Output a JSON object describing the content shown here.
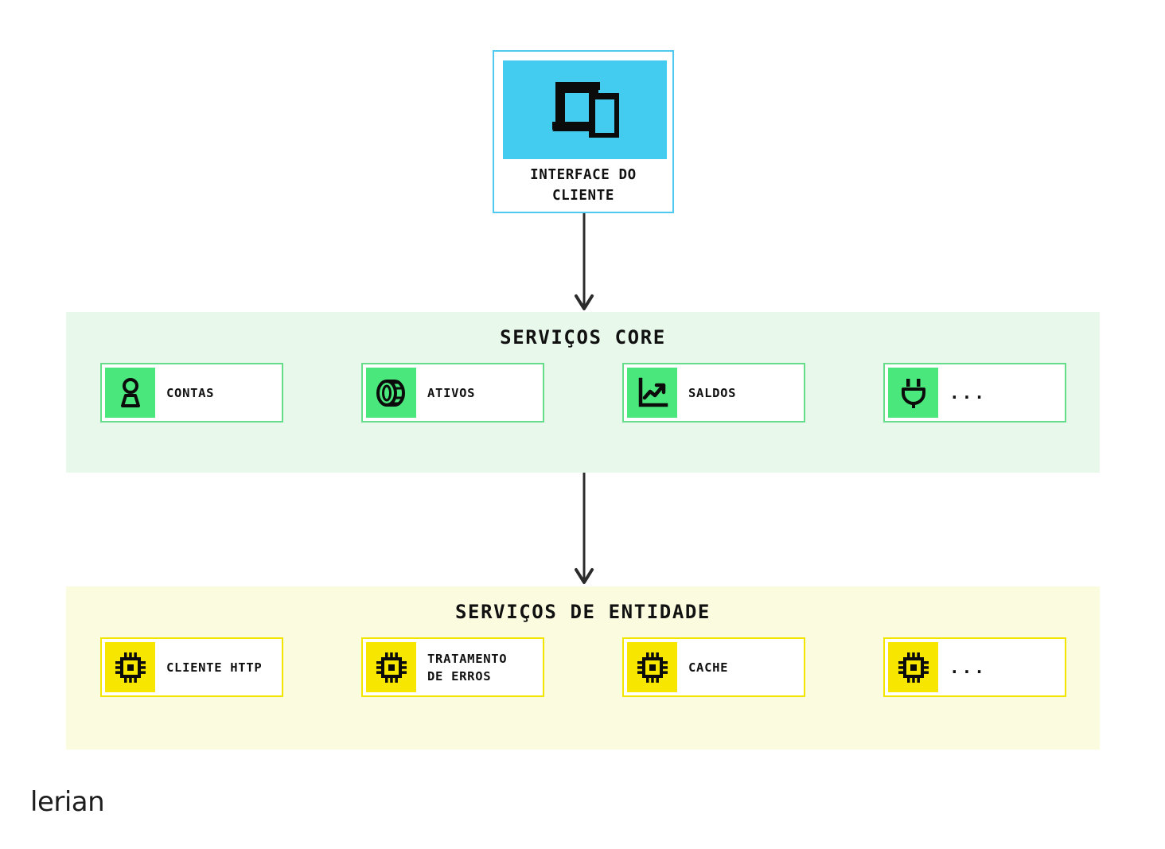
{
  "diagram": {
    "client_node": {
      "label": "INTERFACE DO\nCLIENTE",
      "icon": "devices-icon",
      "accent_color": "#44CBF0",
      "border_color": "#4EC9EF"
    },
    "connectors": [
      {
        "name": "client-to-core",
        "from": "INTERFACE DO CLIENTE",
        "to": "SERVIÇOS CORE",
        "direction": "down"
      },
      {
        "name": "core-to-entity",
        "from": "SERVIÇOS CORE",
        "to": "SERVIÇOS DE ENTIDADE",
        "direction": "down"
      }
    ],
    "layers": [
      {
        "id": "core",
        "title": "SERVIÇOS CORE",
        "background_color": "#E8F9EC",
        "accent_color": "#4AE87C",
        "border_color": "#66DD8A",
        "cards": [
          {
            "label": "CONTAS",
            "icon": "person-icon"
          },
          {
            "label": "ATIVOS",
            "icon": "coins-icon"
          },
          {
            "label": "SALDOS",
            "icon": "line-chart-icon"
          },
          {
            "label": "...",
            "icon": "plug-icon"
          }
        ]
      },
      {
        "id": "entity",
        "title": "SERVIÇOS DE ENTIDADE",
        "background_color": "#FBFBDF",
        "accent_color": "#F7E600",
        "border_color": "#F2E500",
        "cards": [
          {
            "label": "CLIENTE HTTP",
            "icon": "chip-icon"
          },
          {
            "label": "TRATAMENTO\nDE ERROS",
            "icon": "chip-icon"
          },
          {
            "label": "CACHE",
            "icon": "chip-icon"
          },
          {
            "label": "...",
            "icon": "chip-icon"
          }
        ]
      }
    ],
    "logo": {
      "text": "lerian"
    }
  }
}
